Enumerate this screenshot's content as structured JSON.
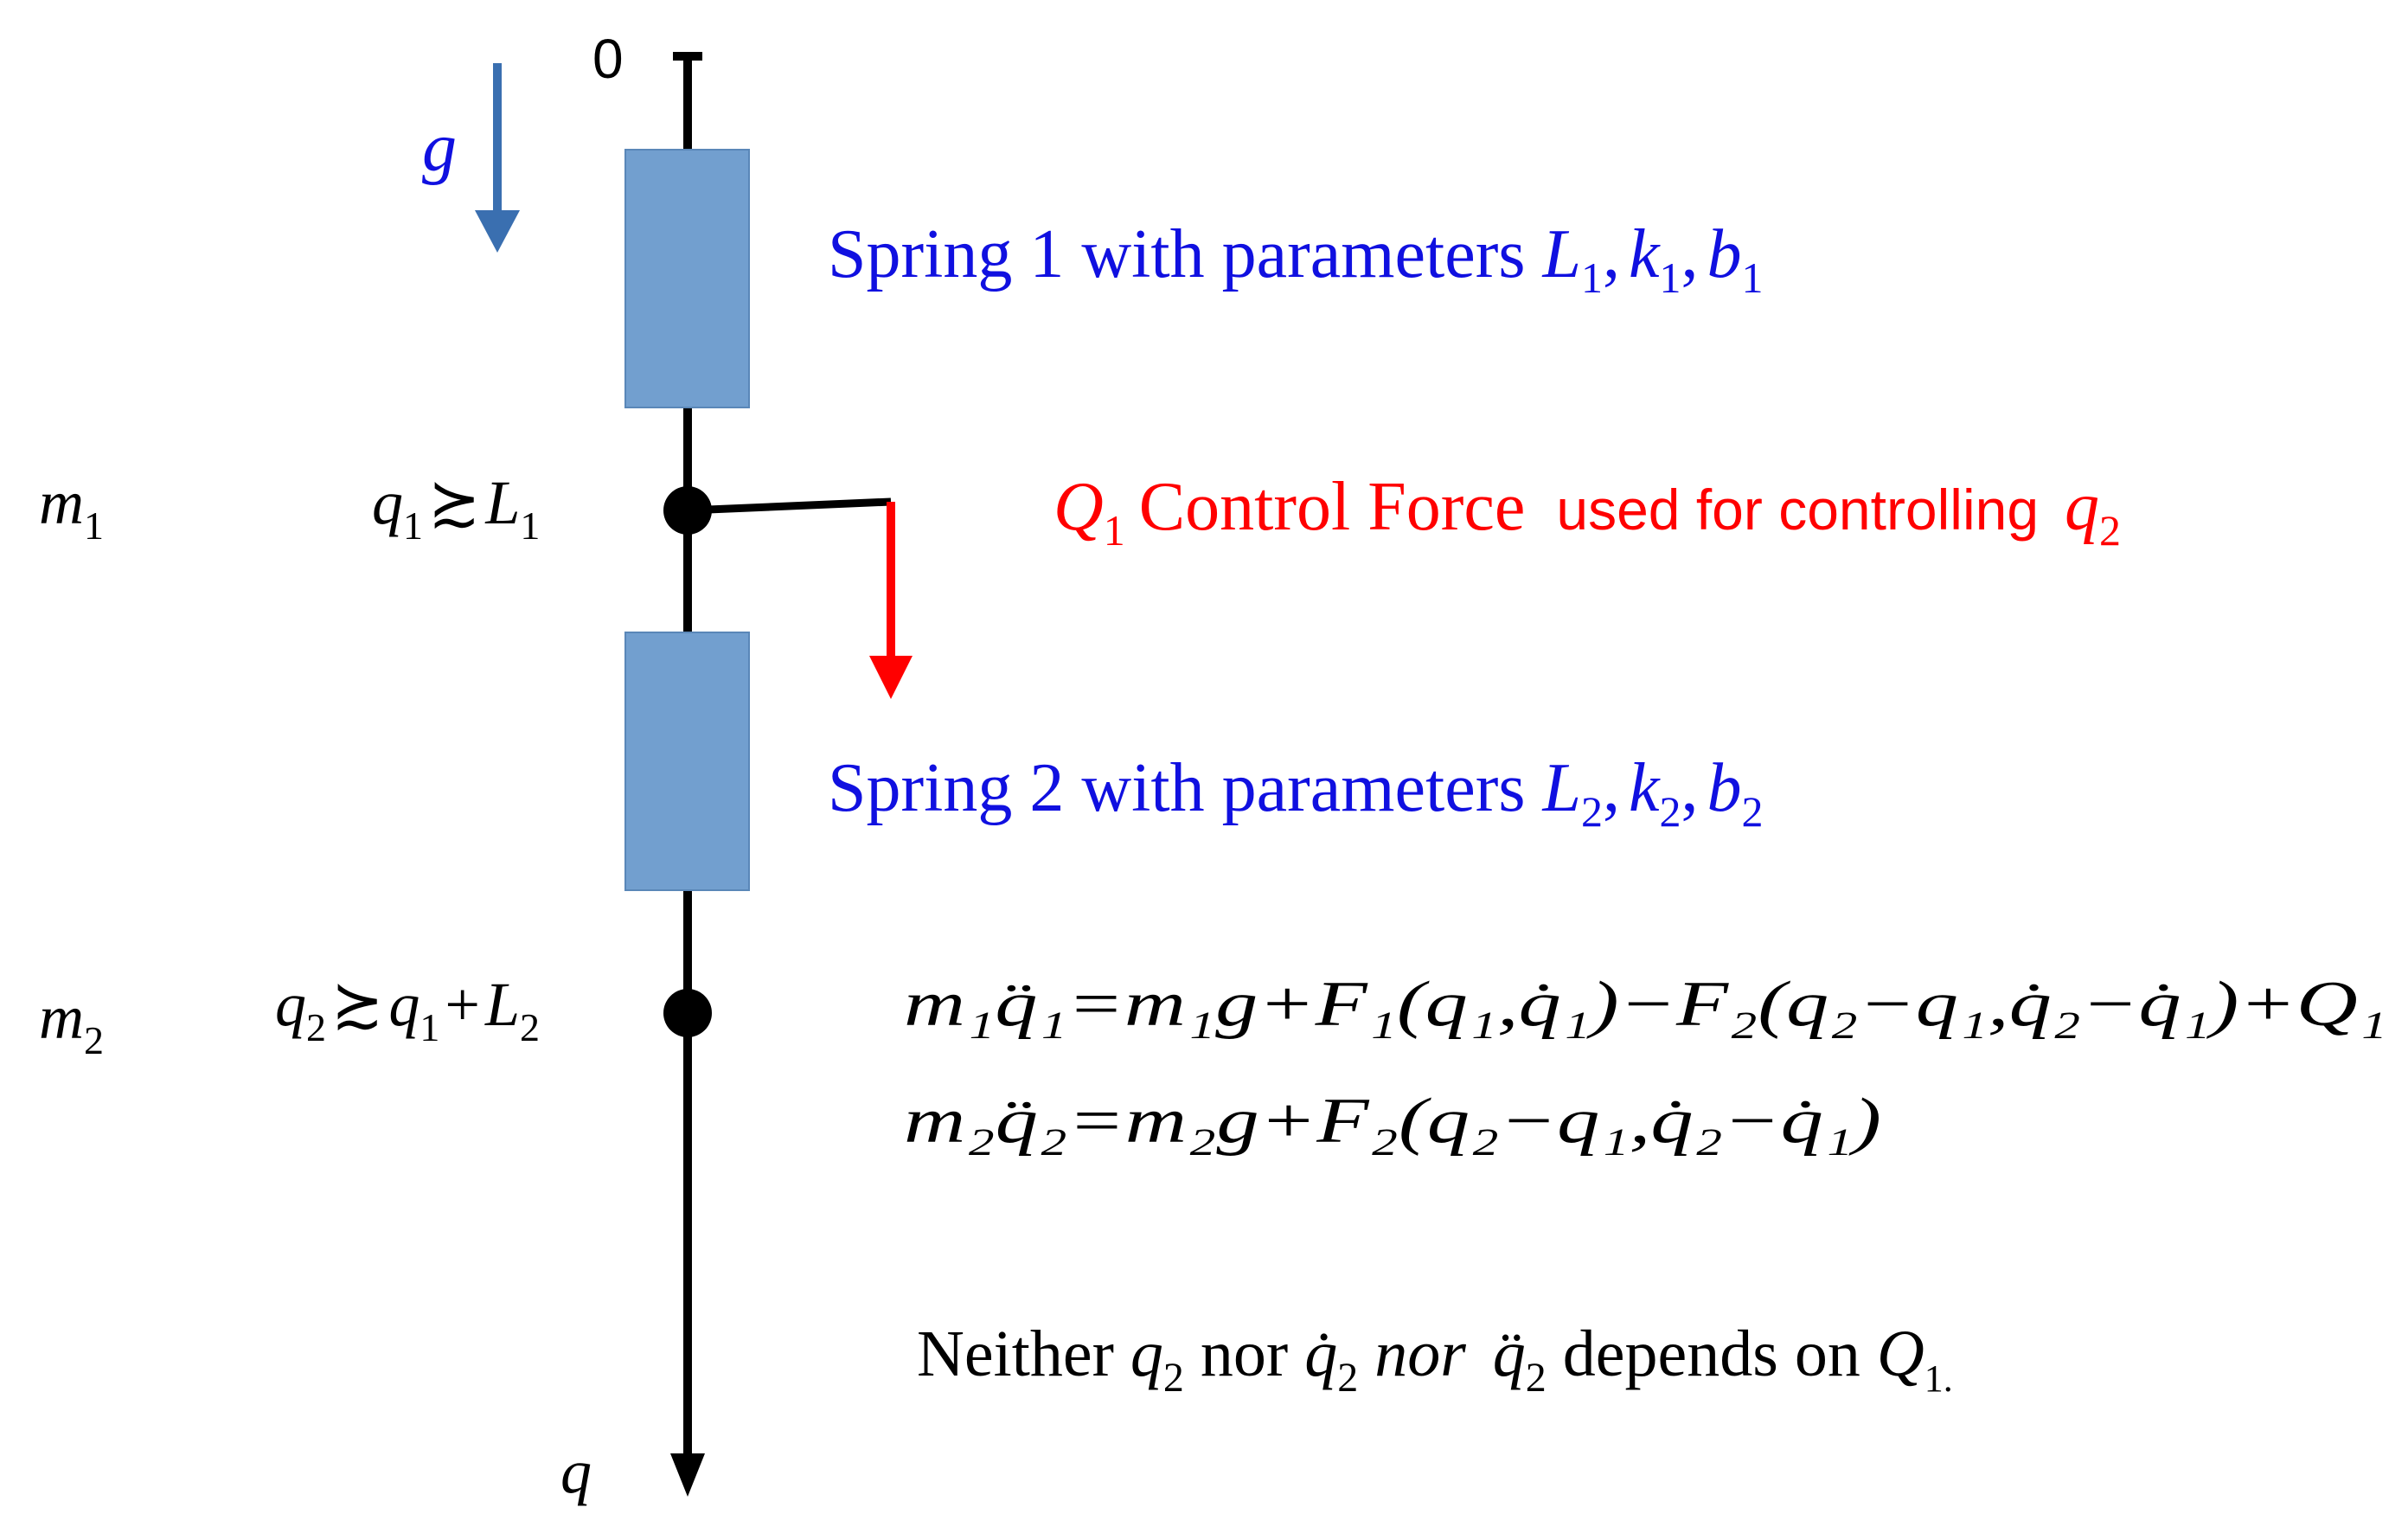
{
  "colors": {
    "axis": "#000000",
    "spring_fill": "#729fcf",
    "gravity_arrow": "#3a6fb0",
    "blue_text": "#1010e0",
    "control": "#ff0000"
  },
  "axis": {
    "origin_label": "0",
    "end_label": "q"
  },
  "gravity": {
    "label": "g"
  },
  "masses": {
    "m1": {
      "symbol": "m",
      "sub": "1"
    },
    "m2": {
      "symbol": "m",
      "sub": "2"
    }
  },
  "positions": {
    "q1": {
      "lhs": "q",
      "lhs_sub": "1",
      "rel": "≿",
      "rhs": "L",
      "rhs_sub": "1"
    },
    "q2": {
      "lhs": "q",
      "lhs_sub": "2",
      "rel": "≿",
      "rhs1": "q",
      "rhs1_sub": "1",
      "plus": "+",
      "rhs2": "L",
      "rhs2_sub": "2"
    }
  },
  "springs": [
    {
      "text": "Spring 1 with parameters ",
      "p1": "L",
      "s1": "1",
      "p2": "k",
      "s2": "1",
      "p3": "b",
      "s3": "1",
      "comma": ","
    },
    {
      "text": "Spring 2 with parameters ",
      "p1": "L",
      "s1": "2",
      "p2": "k",
      "s2": "2",
      "p3": "b",
      "s3": "2",
      "comma": ","
    }
  ],
  "control": {
    "Q": "Q",
    "Q_sub": "1",
    "text1": "Control Force",
    "text2": "used for controlling",
    "q": "q",
    "q_sub": "2"
  },
  "equations": {
    "eq1": "m₁q̈₁=m₁g+F₁(q₁,q̇₁)−F₂(q₂−q₁,q̇₂−q̇₁)+Q₁",
    "eq2": "m₂q̈₂=m₂g+F₂(q₂−q₁,q̇₂−q̇₁)"
  },
  "note": {
    "w1": "Neither ",
    "v1": "q",
    "v1s": "2",
    "w2": " nor ",
    "v2": "q̇",
    "v2s": "2",
    "w3": " nor ",
    "v3": "q̈",
    "v3s": "2",
    "w4": " depends on ",
    "v4": "Q",
    "v4s": "1."
  }
}
